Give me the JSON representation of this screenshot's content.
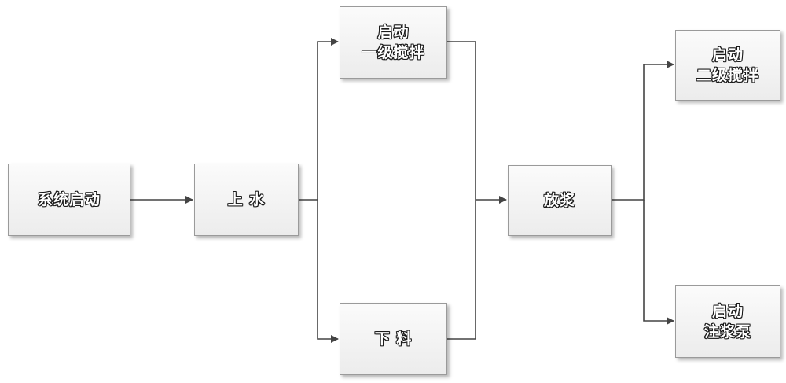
{
  "nodes": {
    "start": {
      "lines": [
        "系统启动"
      ]
    },
    "water": {
      "lines": [
        "上 水"
      ]
    },
    "stir1": {
      "lines": [
        "启动",
        "一级搅拌"
      ]
    },
    "feed": {
      "lines": [
        "下 料"
      ]
    },
    "release": {
      "lines": [
        "放浆"
      ]
    },
    "stir2": {
      "lines": [
        "启动",
        "二级搅拌"
      ]
    },
    "pump": {
      "lines": [
        "启动",
        "注浆泵"
      ]
    }
  },
  "colors": {
    "connector": "#444444",
    "node_border": "#9a9a9a"
  }
}
